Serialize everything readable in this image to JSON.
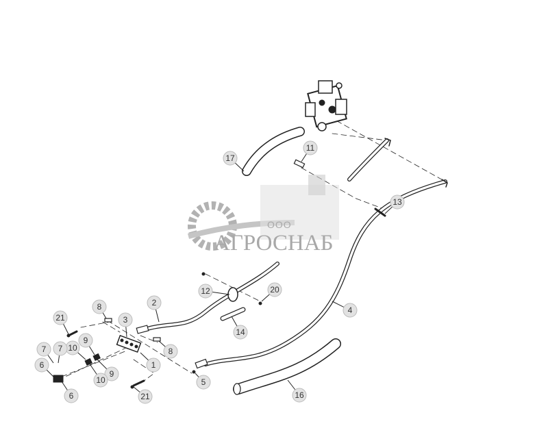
{
  "diagram": {
    "callouts": [
      "17",
      "11",
      "13",
      "20",
      "12",
      "2",
      "4",
      "14",
      "8",
      "3",
      "21",
      "8",
      "1",
      "9",
      "10",
      "7",
      "7",
      "6",
      "9",
      "10",
      "5",
      "6",
      "21",
      "16"
    ]
  },
  "watermark": {
    "prefix": "ООО",
    "company": "АГРОСНАБ"
  },
  "colors": {
    "line": "#222222",
    "callout_fill": "#e2e2e2",
    "watermark": "#9a9a9a"
  }
}
